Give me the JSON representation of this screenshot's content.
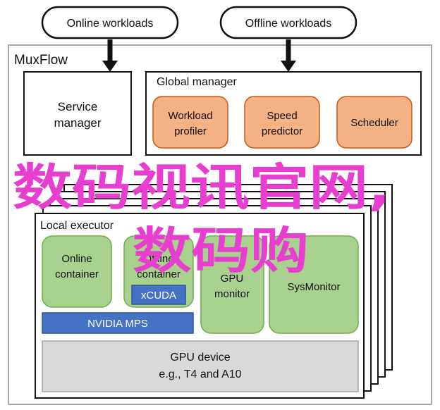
{
  "workloads": {
    "online": "Online workloads",
    "offline": "Offline workloads"
  },
  "system": {
    "name": "MuxFlow"
  },
  "service_manager": {
    "line1": "Service",
    "line2": "manager"
  },
  "global_manager": {
    "title": "Global manager",
    "workload_profiler": {
      "line1": "Workload",
      "line2": "profiler"
    },
    "speed_predictor": {
      "line1": "Speed",
      "line2": "predictor"
    },
    "scheduler": "Scheduler"
  },
  "local_executor": {
    "title": "Local executor",
    "online_container": {
      "line1": "Online",
      "line2": "container"
    },
    "offline_container": {
      "line1": "Offline",
      "line2": "container"
    },
    "xcuda": "xCUDA",
    "nvidia_mps": "NVIDIA MPS",
    "gpu_monitor": {
      "line1": "GPU",
      "line2": "monitor"
    },
    "sysmonitor": "SysMonitor",
    "gpu_device": {
      "line1": "GPU device",
      "line2": "e.g., T4 and A10"
    }
  },
  "watermark": {
    "line1": "数码视讯官网,",
    "line2": "数码购"
  },
  "colors": {
    "stroke": "#111111",
    "orange_fill": "#f4b183",
    "orange_stroke": "#c55a11",
    "green_fill": "#a9d18e",
    "green_stroke": "#70ad47",
    "blue_fill": "#4472c4",
    "blue_stroke": "#2f5597",
    "gray_fill": "#d9d9d9",
    "gray_stroke": "#a6a6a6",
    "outer_stroke": "#a6a6a6",
    "watermark": "#e83ed0"
  }
}
